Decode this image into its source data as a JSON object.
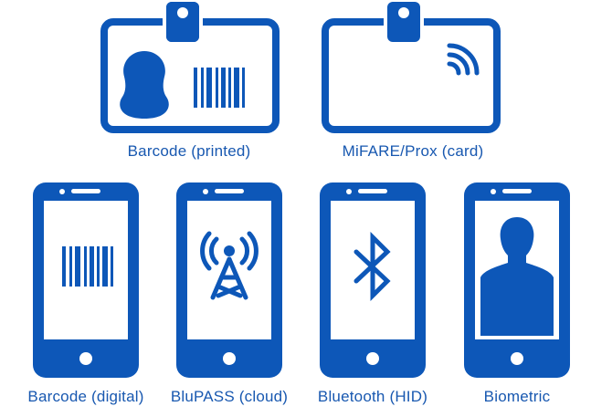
{
  "colors": {
    "brand_blue": "#0d57b8",
    "background": "#ffffff"
  },
  "credentials": [
    {
      "label": "Barcode (printed)",
      "icon": "id-card-barcode-icon"
    },
    {
      "label": "MiFARE/Prox (card)",
      "icon": "contactless-card-icon"
    },
    {
      "label": "Barcode (digital)",
      "icon": "phone-barcode-icon"
    },
    {
      "label": "BluPASS (cloud)",
      "icon": "phone-antenna-icon"
    },
    {
      "label": "Bluetooth (HID)",
      "icon": "phone-bluetooth-icon"
    },
    {
      "label": "Biometric",
      "icon": "phone-face-icon"
    }
  ]
}
